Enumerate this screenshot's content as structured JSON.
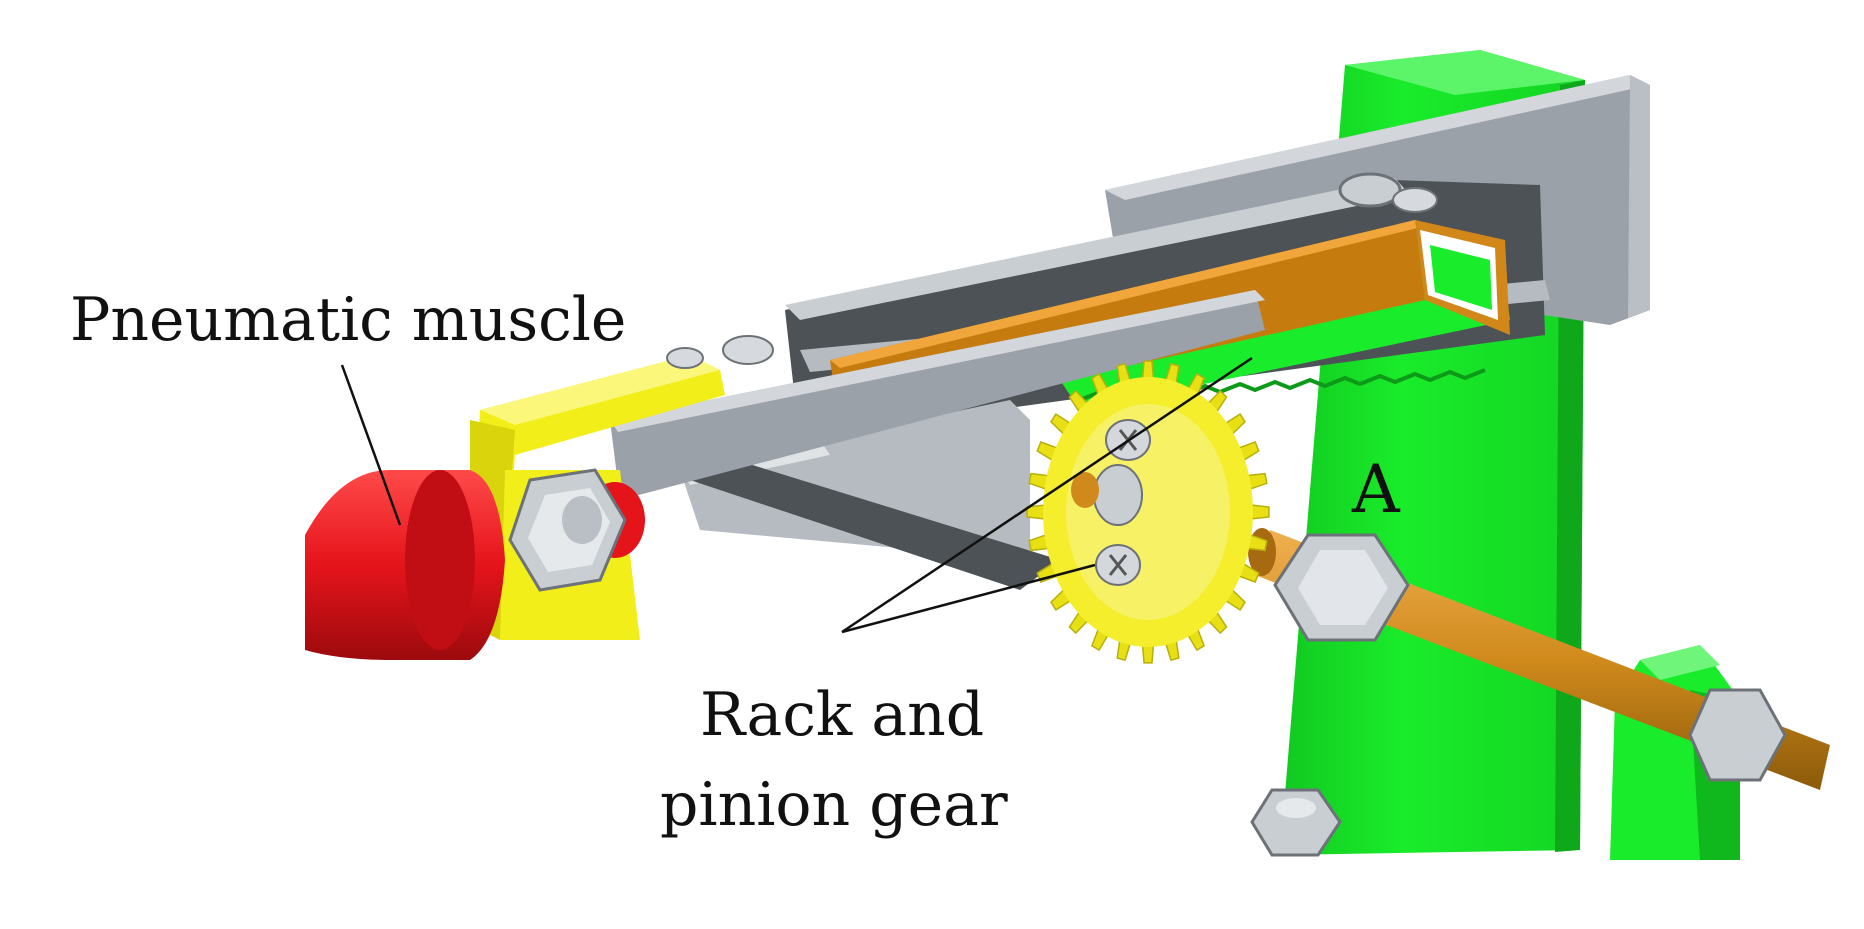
{
  "labels": {
    "muscle": "Pneumatic muscle",
    "gear_line1": "Rack and",
    "gear_line2": "pinion gear",
    "point": "A"
  },
  "colors": {
    "muscle_red": "#e5141b",
    "clamp_yellow": "#f2ee1a",
    "gear_yellow": "#f4ee2c",
    "frame_green": "#19ec2a",
    "rack_orange": "#c67b0e",
    "steel_light": "#c9ced3",
    "steel_mid": "#9aa1a8",
    "steel_dark": "#4d5257",
    "shaft_orange": "#d08a1c"
  }
}
